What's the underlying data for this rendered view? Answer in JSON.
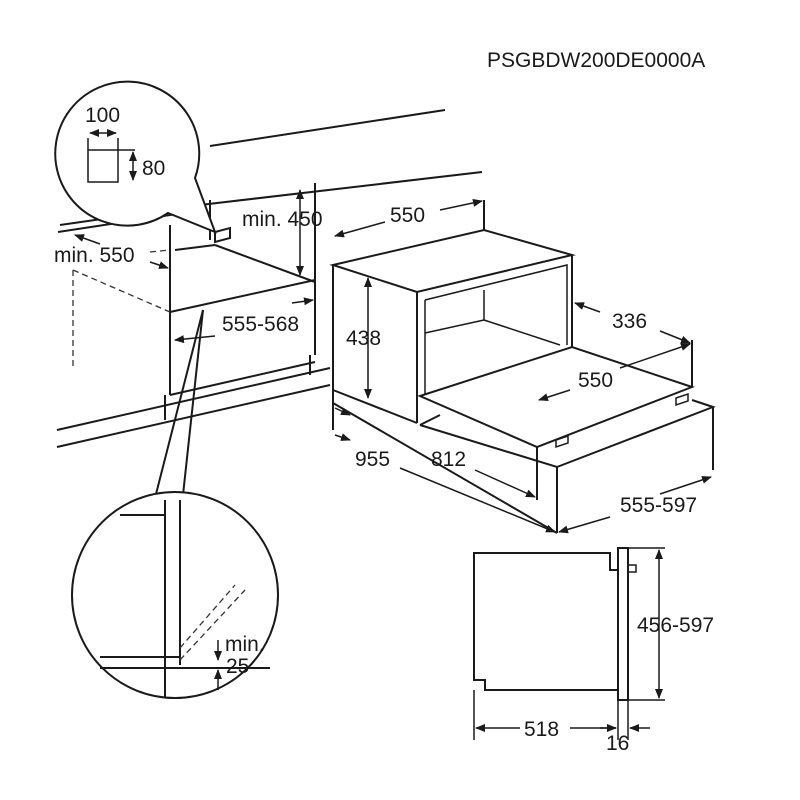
{
  "model_code": "PSGBDW200DE0000A",
  "niche": {
    "vent_width": "100",
    "vent_height": "80",
    "min_height": "min. 450",
    "min_depth": "min. 550",
    "width_range": "555-568"
  },
  "appliance": {
    "width": "550",
    "height": "438",
    "drawer_depth": "336",
    "drawer_width": "550",
    "open_depth_total": "955",
    "open_depth_drawer": "812",
    "front_width": "555-597"
  },
  "side_view": {
    "front_height": "456-597",
    "body_depth": "518",
    "front_thickness": "16"
  },
  "detail": {
    "gap_label": "min.",
    "gap_value": "25"
  }
}
